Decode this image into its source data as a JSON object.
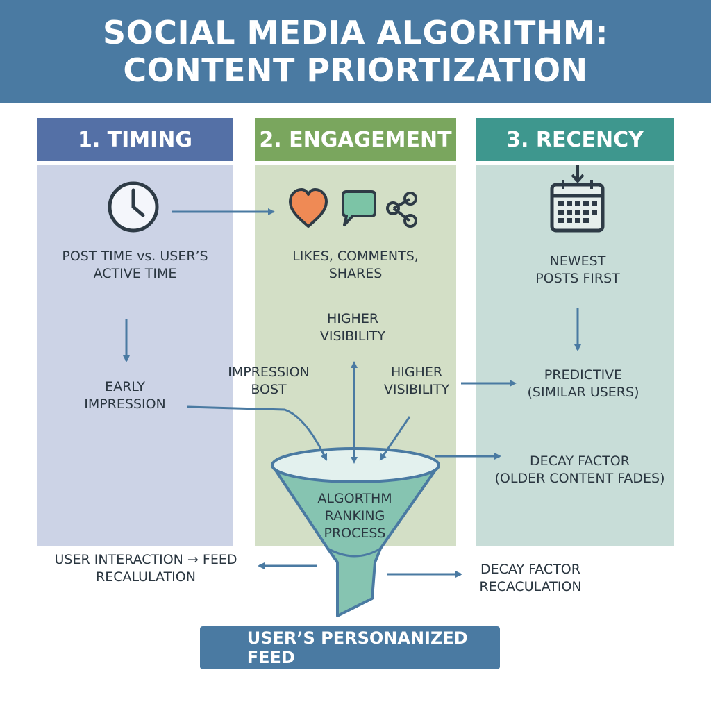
{
  "header": {
    "title_line1": "SOCIAL MEDIA ALGORITHM:",
    "title_line2": "CONTENT PRIORTIZATION"
  },
  "columns": [
    {
      "title": "1. TIMING",
      "color": "#5470a6",
      "body_color": "#ccd3e6"
    },
    {
      "title": "2. ENGAGEMENT",
      "color": "#7aa65e",
      "body_color": "#d3dfc6"
    },
    {
      "title": "3. RECENCY",
      "color": "#3e978e",
      "body_color": "#c8ddd8"
    }
  ],
  "labels": {
    "post_time": [
      "POST TIME vs. USER’S",
      "ACTIVE TIME"
    ],
    "early_impression": [
      "EARLY",
      "IMPRESSION"
    ],
    "likes": [
      "LIKES, COMMENTS,",
      "SHARES"
    ],
    "higher_visibility_top": [
      "HIGHER",
      "VISIBILITY"
    ],
    "impression_boost": [
      "IMPRESSION",
      "BOST"
    ],
    "higher_visibility_right": [
      "HIGHER",
      "VISIBILITY"
    ],
    "newest_posts": [
      "NEWEST",
      "POSTS FIRST"
    ],
    "predictive": [
      "PREDICTIVE",
      "(SIMILAR USERS)"
    ],
    "decay_factor": [
      "DECAY FACTOR",
      "(OLDER CONTENT FADES)"
    ],
    "funnel": [
      "ALGORTHM",
      "RANKING",
      "PROCESS"
    ],
    "user_interaction": [
      "USER INTERACTION → FEED",
      "RECALULATION"
    ],
    "decay_recalc": [
      "DECAY FACTOR",
      "RECACULATION"
    ]
  },
  "feed": {
    "label": "USER’S PERSONANIZED FEED"
  },
  "icons": {
    "clock": "clock-icon",
    "heart": "heart-icon",
    "comment": "comment-icon",
    "share": "share-icon",
    "calendar": "calendar-icon",
    "search": "search-icon"
  },
  "colors": {
    "arrow": "#4a7aa2",
    "heart": "#ef8a55",
    "comment": "#7cc4a6",
    "funnel": "#86c4b1"
  }
}
